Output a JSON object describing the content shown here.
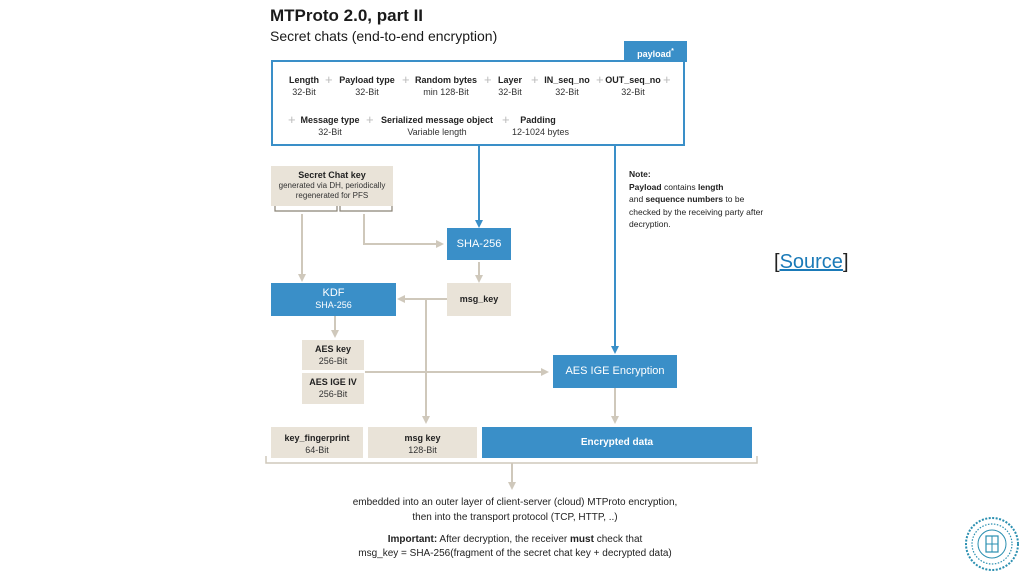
{
  "header": {
    "title": "MTProto 2.0, part II",
    "subtitle": "Secret chats (end-to-end encryption)"
  },
  "payload": {
    "tab_label": "payload",
    "tab_marker": "*",
    "row1": [
      {
        "name": "Length",
        "size": "32-Bit"
      },
      {
        "name": "Payload type",
        "size": "32-Bit"
      },
      {
        "name": "Random bytes",
        "size": "min 128-Bit"
      },
      {
        "name": "Layer",
        "size": "32-Bit"
      },
      {
        "name": "IN_seq_no",
        "size": "32-Bit"
      },
      {
        "name": "OUT_seq_no",
        "size": "32-Bit"
      }
    ],
    "row2": [
      {
        "name": "Message type",
        "size": "32-Bit"
      },
      {
        "name": "Serialized message object",
        "size": "Variable length"
      },
      {
        "name": "Padding",
        "size": "12-1024 bytes"
      }
    ]
  },
  "secret_key": {
    "title": "Secret Chat key",
    "desc": "generated via DH, periodically regenerated for PFS"
  },
  "nodes": {
    "sha256": "SHA-256",
    "kdf_title": "KDF",
    "kdf_sub": "SHA-256",
    "msg_key": "msg_key",
    "aes_key_title": "AES key",
    "aes_key_size": "256-Bit",
    "aes_iv_title": "AES IGE IV",
    "aes_iv_size": "256-Bit",
    "aes_enc": "AES IGE Encryption"
  },
  "output_row": {
    "key_fp_title": "key_fingerprint",
    "key_fp_size": "64-Bit",
    "msg_key_title": "msg key",
    "msg_key_size": "128-Bit",
    "encrypted": "Encrypted data"
  },
  "note": {
    "heading": "Note:",
    "p_bold1": "Payload",
    "p1": " contains ",
    "p_bold2": "length",
    "p2": "and ",
    "p_bold3": "sequence numbers",
    "p3": " to be checked by the receiving party after decryption."
  },
  "source": {
    "open": "[",
    "link": "Source",
    "close": "]"
  },
  "footer": {
    "line1": "embedded into an outer layer of client-server (cloud) MTProto encryption,",
    "line2": "then into the transport protocol (TCP, HTTP, ..)",
    "important_label": "Important:",
    "important_a": " After decryption, the receiver ",
    "important_must": "must",
    "important_b": " check that",
    "line4": "msg_key = SHA-256(fragment of the secret chat key + decrypted data)"
  },
  "colors": {
    "blue": "#3a8fc8",
    "beige": "#e9e3d8",
    "line": "#cfc8bb"
  }
}
